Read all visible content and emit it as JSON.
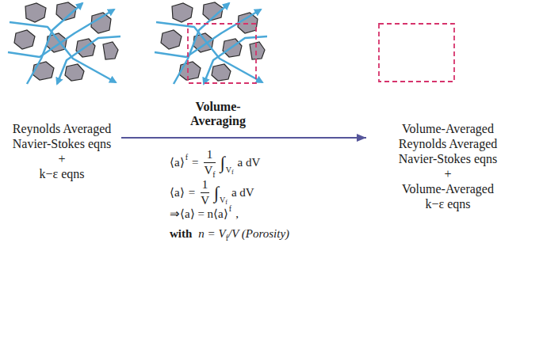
{
  "diagram": {
    "nodes": [
      {
        "text": [
          "Reynolds Averaged Navier-Stokes eqns",
          "+",
          "k−ε eqns"
        ]
      },
      {
        "text": [
          "Volume-Averaged Reynolds Averaged Navier-Stokes eqns",
          "+",
          "Volume-Averaged k−ε eqns"
        ]
      }
    ],
    "edges": [
      {
        "from": 0,
        "to": 1,
        "arrow": "to",
        "label": "Volume-Averaging"
      }
    ],
    "labels": [
      "⟨a⟩",
      "f",
      "=",
      "1",
      "V",
      "f",
      "∫",
      "V",
      "f",
      "a dV",
      "⟨a⟩",
      "=",
      "1",
      "V",
      "∫",
      "V",
      "f",
      "a dV",
      "⇒⟨a⟩ = n⟨a⟩",
      "f",
      ",",
      "with",
      "n = V",
      "f",
      "/V (Porosity)"
    ]
  }
}
